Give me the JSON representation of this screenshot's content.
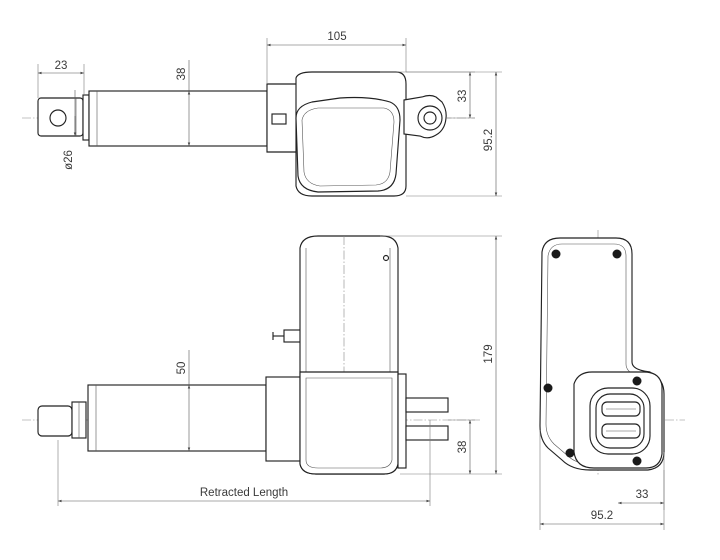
{
  "dimensions": {
    "top_view": {
      "rod_end_length": "23",
      "tube_height": "38",
      "housing_width": "105",
      "eye_height": "33",
      "overall_height": "95.2",
      "rod_diameter": "ø26"
    },
    "side_view": {
      "tube_height": "50",
      "overall_height": "179",
      "bracket_height": "38",
      "retracted_length_label": "Retracted Length"
    },
    "end_view": {
      "eye_offset": "33",
      "overall_width": "95.2"
    }
  }
}
